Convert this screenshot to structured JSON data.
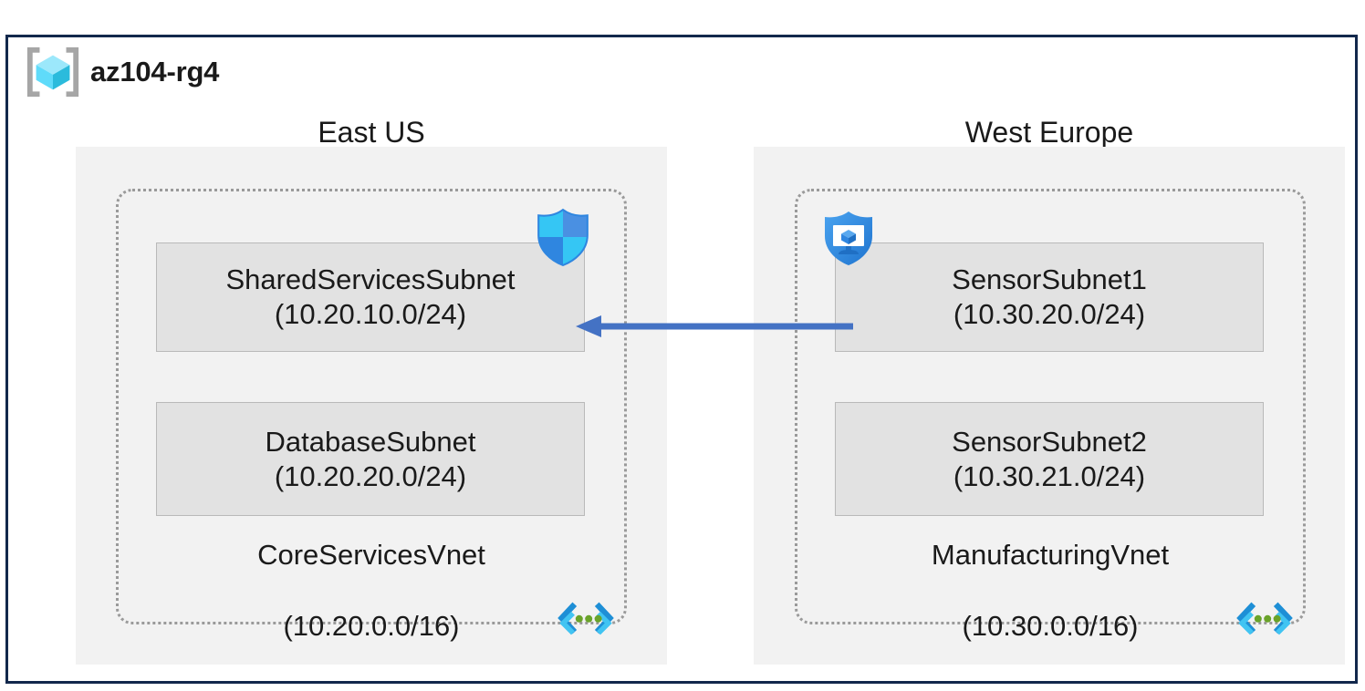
{
  "resource_group": {
    "name": "az104-rg4",
    "icon": "resource-group-cube-icon"
  },
  "frame": {
    "border_color": "#12284c"
  },
  "palette": {
    "region_box_fill": "#f2f2f2",
    "subnet_fill": "#e2e2e2",
    "subnet_border": "#b9b9b9",
    "vnet_border": "#9a9a9a",
    "arrow_color": "#4472c4",
    "rg_cube_light": "#86e1fb",
    "rg_cube_dark": "#31c7e8",
    "nsg_shield_cyan": "#32bdf0",
    "nsg_shield_blue": "#3f8ee0",
    "vmshield_blue": "#2f8ce0",
    "vnet_bracket_dark": "#1e8fd6",
    "vnet_bracket_light": "#41c4f2",
    "vnet_dot_green": "#6aa32a"
  },
  "regions": [
    {
      "id": "east-us",
      "label": "East US",
      "vnet": {
        "name": "CoreServicesVnet",
        "cidr": "(10.20.0.0/16)",
        "icon": "vnet-icon",
        "subnets": [
          {
            "name": "SharedServicesSubnet",
            "cidr": "(10.20.10.0/24)",
            "badge_icon": "network-security-group-shield-icon"
          },
          {
            "name": "DatabaseSubnet",
            "cidr": "(10.20.20.0/24)",
            "badge_icon": null
          }
        ]
      }
    },
    {
      "id": "west-europe",
      "label": "West Europe",
      "vnet": {
        "name": "ManufacturingVnet",
        "cidr": "(10.30.0.0/16)",
        "icon": "vnet-icon",
        "subnets": [
          {
            "name": "SensorSubnet1",
            "cidr": "(10.30.20.0/24)",
            "badge_icon": "virtual-machine-shield-icon"
          },
          {
            "name": "SensorSubnet2",
            "cidr": "(10.30.21.0/24)",
            "badge_icon": null
          }
        ]
      }
    }
  ],
  "connection": {
    "name": "vnet-peering-arrow",
    "direction": "right-to-left",
    "from": "SensorSubnet1",
    "to": "SharedServicesSubnet",
    "label": ""
  }
}
